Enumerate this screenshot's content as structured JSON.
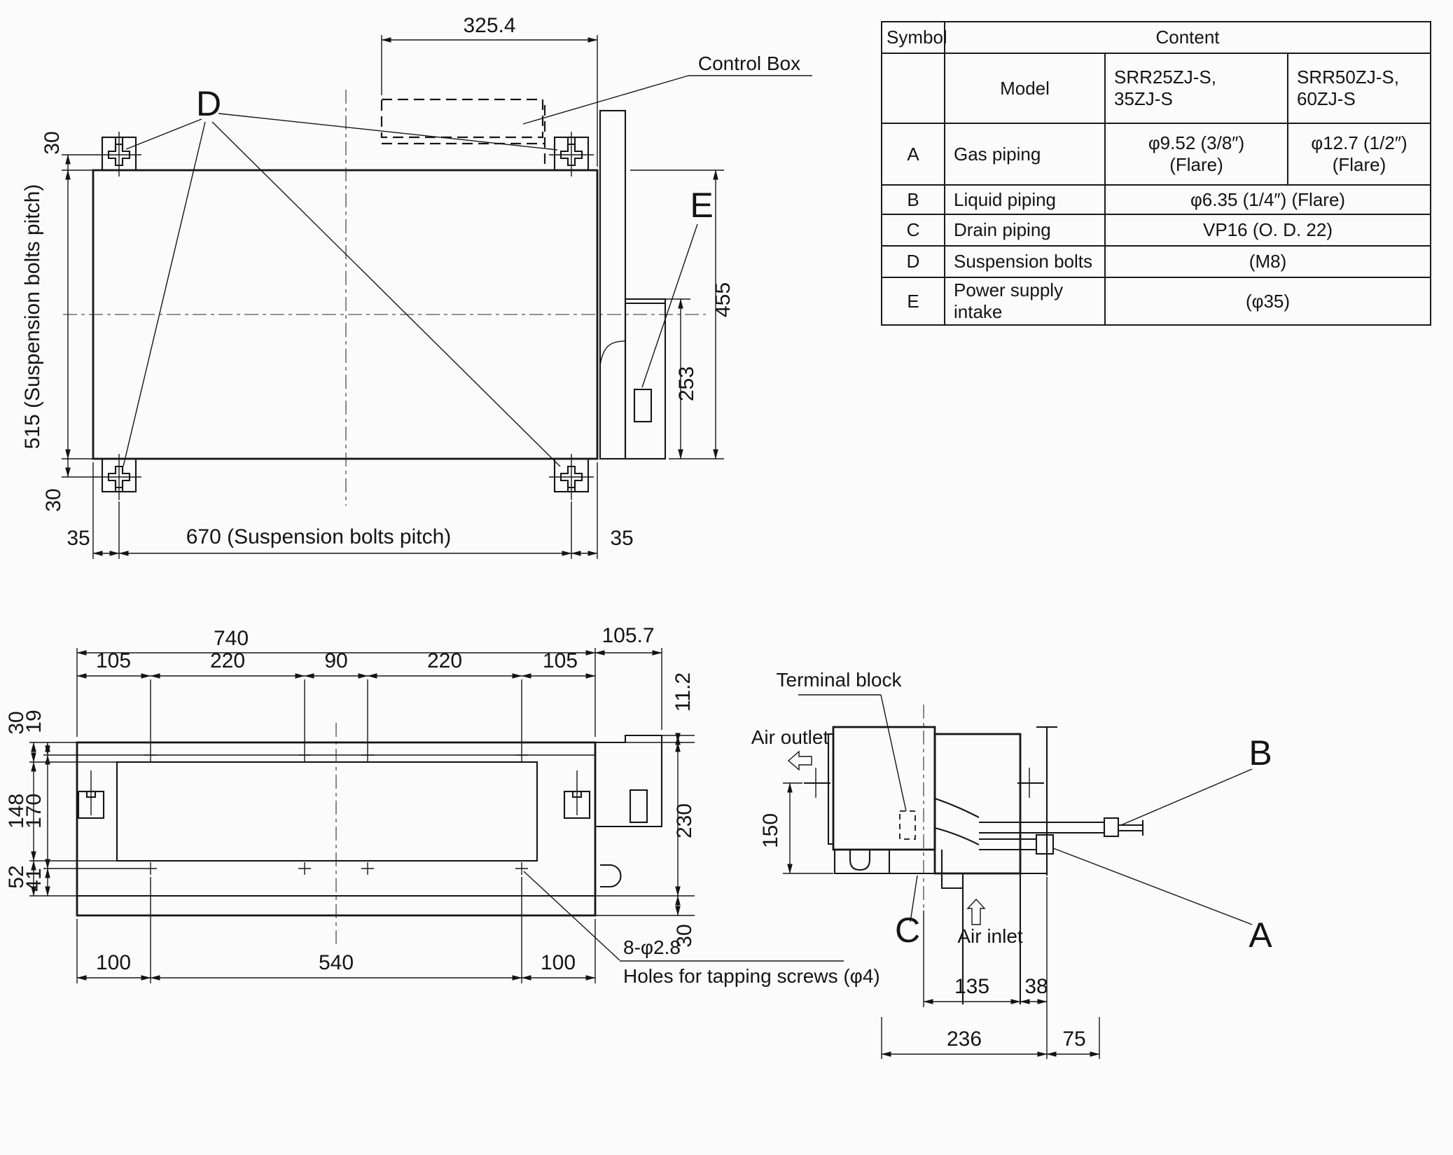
{
  "colors": {
    "ink": "#141414",
    "paper": "#fbfbfb"
  },
  "table": {
    "header_symbol": "Symbol",
    "header_content": "Content",
    "model_label": "Model",
    "model_small": "SRR25ZJ-S,\n35ZJ-S",
    "model_large": "SRR50ZJ-S,\n60ZJ-S",
    "rows": [
      {
        "sym": "A",
        "label": "Gas piping",
        "v1": "φ9.52 (3/8″)\n(Flare)",
        "v2": "φ12.7 (1/2″)\n(Flare)"
      },
      {
        "sym": "B",
        "label": "Liquid piping",
        "value": "φ6.35 (1/4″)  (Flare)"
      },
      {
        "sym": "C",
        "label": "Drain piping",
        "value": "VP16 (O. D. 22)"
      },
      {
        "sym": "D",
        "label": "Suspension bolts",
        "value": "(M8)"
      },
      {
        "sym": "E",
        "label": "Power supply intake",
        "value": "(φ35)"
      }
    ]
  },
  "top_view": {
    "dim_325": "325.4",
    "control_box": "Control Box",
    "label_d": "D",
    "label_e": "E",
    "dim_30_top": "30",
    "dim_515": "515 (Suspension bolts pitch)",
    "dim_30_bottom": "30",
    "dim_35_left": "35",
    "dim_670": "670  (Suspension bolts pitch)",
    "dim_35_right": "35",
    "dim_455": "455",
    "dim_253": "253"
  },
  "front_view": {
    "dim_740": "740",
    "seg_105_l": "105",
    "seg_220_l": "220",
    "seg_90": "90",
    "seg_220_r": "220",
    "seg_105_r": "105",
    "dim_105_7": "105.7",
    "dim_11_2": "11.2",
    "dim_30": "30",
    "dim_19": "19",
    "dim_148": "148",
    "dim_170": "170",
    "dim_52": "52",
    "dim_41": "41",
    "dim_230": "230",
    "dim_30_right": "30",
    "dim_100_left": "100",
    "dim_540": "540",
    "dim_100_right": "100",
    "note_count": "8-φ2.8",
    "note_desc": "Holes for tapping screws (φ4)"
  },
  "side_view": {
    "terminal_block": "Terminal block",
    "air_outlet": "Air outlet",
    "air_inlet": "Air inlet",
    "dim_150": "150",
    "label_a": "A",
    "label_b": "B",
    "label_c": "C",
    "dim_135": "135",
    "dim_38": "38",
    "dim_236": "236",
    "dim_75": "75"
  }
}
